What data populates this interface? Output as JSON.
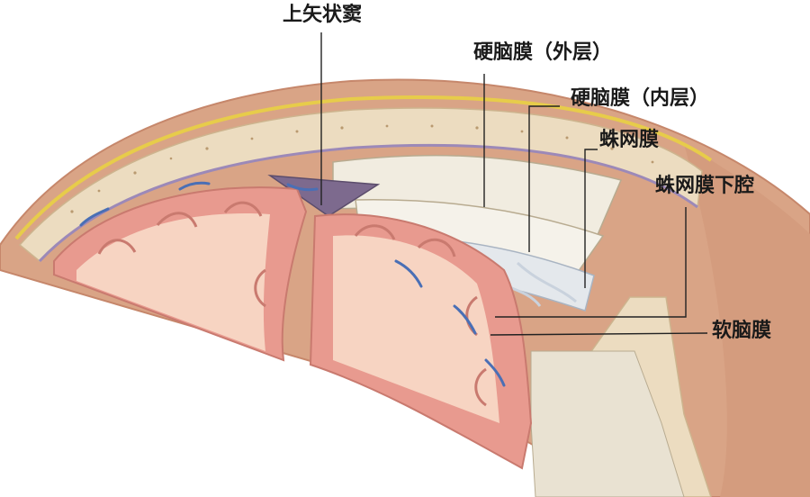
{
  "diagram": {
    "labels": {
      "superior_sagittal_sinus": "上矢状窦",
      "dura_outer": "硬脑膜（外层）",
      "dura_inner": "硬脑膜（内层）",
      "arachnoid": "蛛网膜",
      "subarachnoid_space": "蛛网膜下腔",
      "pia_mater": "软脑膜"
    },
    "colors": {
      "scalp": "#d9a486",
      "skin_edge": "#c6876b",
      "bone": "#ecdcc0",
      "dura": "#f1ece0",
      "gray_matter": "#e89a8f",
      "white_matter": "#f7d4c2",
      "vessel": "#4a6fb5",
      "sinus": "#7d6a8e"
    }
  }
}
